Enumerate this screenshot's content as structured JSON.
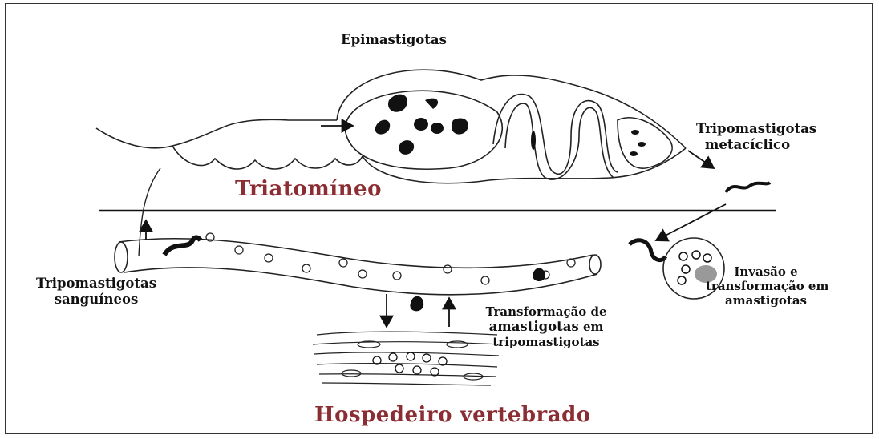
{
  "labels": {
    "epimastigotas": "Epimastigotas",
    "tripo_metaciclico_1": "Tripomastigotas",
    "tripo_metaciclico_2": "metacíclico",
    "triatomineo": "Triatomíneo",
    "tripo_sanguineos_1": "Tripomastigotas",
    "tripo_sanguineos_2": "sanguíneos",
    "invasao_1": "Invasão e",
    "invasao_2": "transformação em",
    "invasao_3": "amastigotas",
    "transf_1": "Transformação de",
    "transf_2a": "amastigotas",
    "transf_2b": " em",
    "transf_3": "tripomastigotas",
    "hospedeiro": "Hospedeiro vertebrado"
  },
  "colors": {
    "accent_host": "#8b2e34",
    "ink": "#111111",
    "frame": "#333333"
  }
}
